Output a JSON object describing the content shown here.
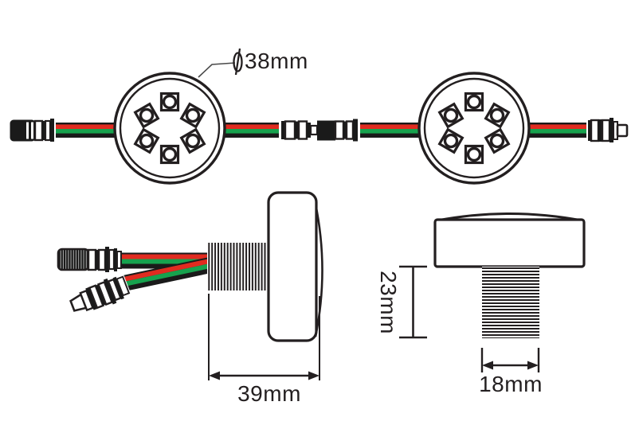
{
  "drawing": {
    "dimensions": {
      "diameter": {
        "symbol": "⌀",
        "value": "38mm"
      },
      "module_length": "39mm",
      "module_height": "23mm",
      "thread_width": "18mm"
    },
    "colors": {
      "wire_red": "#e12b20",
      "wire_green": "#17a24e",
      "outline": "#231f20",
      "connector_black": "#1a1a1a"
    },
    "views": {
      "front": {
        "modules": 2,
        "leds_per_module": 6
      },
      "wire_conductors": [
        "red",
        "green",
        "black"
      ]
    }
  }
}
